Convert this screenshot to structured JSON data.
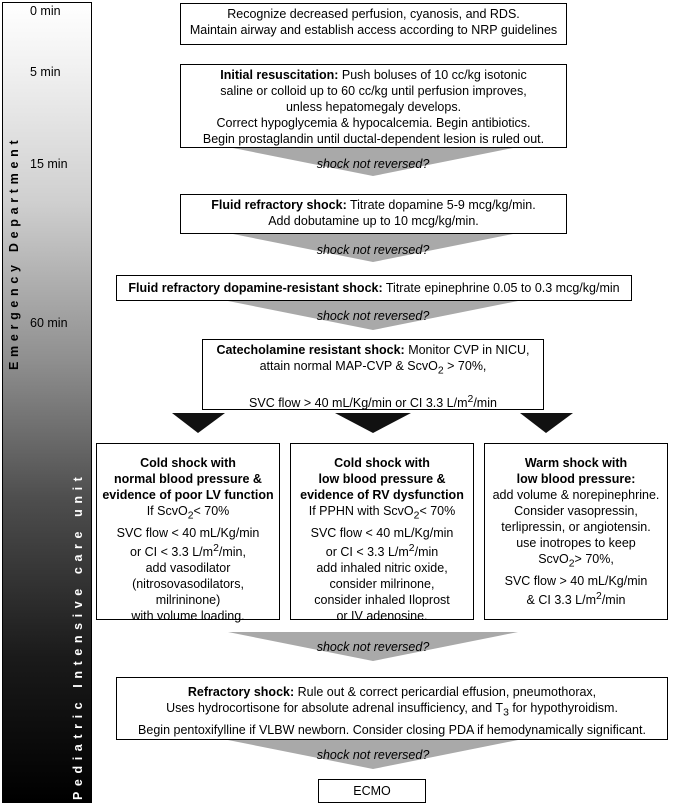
{
  "sidebar": {
    "times": [
      "0 min",
      "5 min",
      "15 min",
      "60 min"
    ],
    "ed_label": "Emergency Department",
    "picu_label": "Pediatric Intensive care unit"
  },
  "question": "shock not reversed?",
  "box_recognize": {
    "line1": "Recognize decreased perfusion, cyanosis, and RDS.",
    "line2": "Maintain airway and establish access according to NRP guidelines"
  },
  "box_initial": {
    "title": "Initial resuscitation:",
    "line1": " Push boluses of 10 cc/kg isotonic",
    "line2": "saline or colloid up to 60 cc/kg until perfusion improves,",
    "line3": "unless hepatomegaly develops.",
    "line4": "Correct hypoglycemia & hypocalcemia. Begin antibiotics.",
    "line5": "Begin prostaglandin until ductal-dependent lesion is ruled out."
  },
  "box_fluid": {
    "title": "Fluid refractory shock:",
    "line1": " Titrate dopamine 5-9 mcg/kg/min.",
    "line2": "Add dobutamine up to 10 mcg/kg/min."
  },
  "box_dopa": {
    "title": "Fluid refractory dopamine-resistant shock:",
    "line1": " Titrate epinephrine 0.05 to 0.3 mcg/kg/min"
  },
  "box_cate": {
    "title": "Catecholamine resistant shock:",
    "line1": " Monitor CVP in NICU,",
    "line2a": "attain normal MAP-CVP & ScvO",
    "line2sub": "2",
    "line2b": " > 70%,",
    "line3a": "SVC flow > 40 mL/Kg/min or CI 3.3 L/m",
    "line3sup": "2",
    "line3b": "/min"
  },
  "box_cold_lv": {
    "title1": "Cold shock with",
    "title2": "normal blood pressure &",
    "title3": "evidence of poor LV function",
    "l1a": "If ScvO",
    "l1sub": "2",
    "l1b": "< 70%",
    "l2": "SVC flow < 40 mL/Kg/min",
    "l3a": "or CI < 3.3 L/m",
    "l3sup": "2",
    "l3b": "/min,",
    "l4": "add vasodilator",
    "l5": "(nitrosovasodilators,",
    "l6": "milrininone)",
    "l7": "with volume loading."
  },
  "box_cold_rv": {
    "title1": "Cold shock with",
    "title2": "low blood pressure &",
    "title3": "evidence of RV dysfunction",
    "l1a": "If PPHN with ScvO",
    "l1sub": "2",
    "l1b": "< 70%",
    "l2": "SVC flow < 40 mL/Kg/min",
    "l3a": "or CI < 3.3 L/m",
    "l3sup": "2",
    "l3b": "/min",
    "l4": "add inhaled nitric oxide,",
    "l5": "consider milrinone,",
    "l6": "consider inhaled Iloprost",
    "l7": "or IV adenosine."
  },
  "box_warm": {
    "title1": "Warm shock with",
    "title2": "low blood pressure:",
    "l1": "add volume & norepinephrine.",
    "l2": "Consider vasopressin,",
    "l3": "terlipressin, or angiotensin.",
    "l4": "use inotropes to keep",
    "l5a": "ScvO",
    "l5sub": "2",
    "l5b": "> 70%,",
    "l6": "SVC flow > 40 mL/Kg/min",
    "l7a": "& CI  3.3 L/m",
    "l7sup": "2",
    "l7b": "/min"
  },
  "box_refractory": {
    "title": "Refractory shock:",
    "line1": " Rule out & correct pericardial effusion, pneumothorax,",
    "line2a": "Uses hydrocortisone for absolute adrenal insufficiency, and T",
    "line2sub": "3",
    "line2b": " for hypothyroidism.",
    "line3": "Begin pentoxifylline if VLBW newborn. Consider closing PDA if hemodynamically significant."
  },
  "box_ecmo": {
    "label": "ECMO"
  }
}
